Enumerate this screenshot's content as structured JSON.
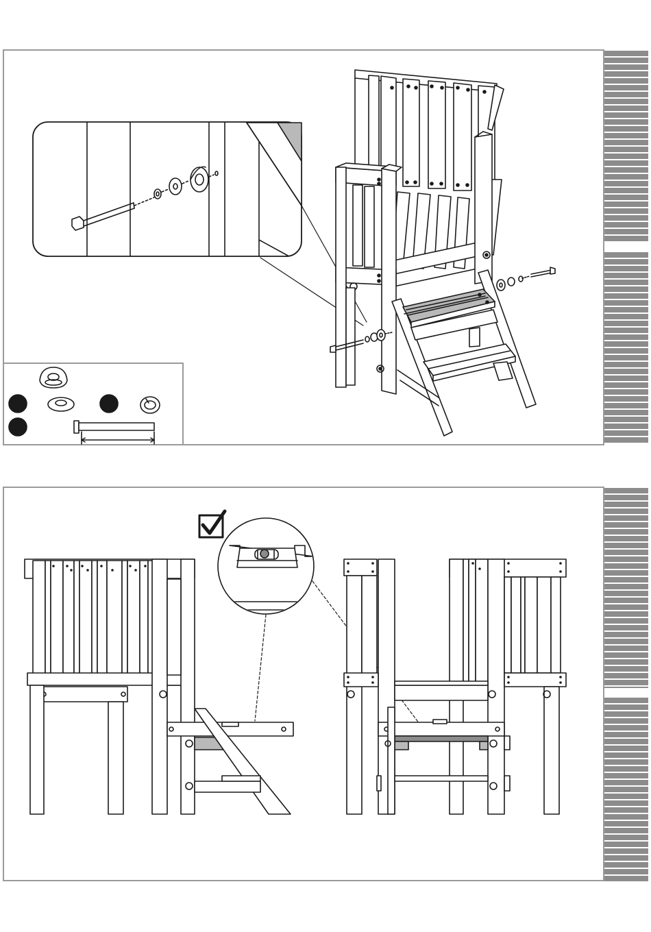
{
  "page": {
    "step_a": {
      "name": "assembly-step-side-rail-bolting",
      "detail_callout": "bolt-washer-spacer-detail",
      "parts_legend": [
        "cap-nut",
        "flat-washer",
        "spring-washer",
        "hex-bolt"
      ]
    },
    "step_b": {
      "name": "alignment-check-front-and-rear-views",
      "check_icon": "checkmark-box-icon",
      "level_icon": "spirit-level-icon"
    }
  },
  "colors": {
    "line": "#1a1a1a",
    "frame": "#9a9a9a",
    "tab": "#8c8c8c",
    "shade": "#b9b9b9",
    "badge": "#1a1a1a"
  }
}
